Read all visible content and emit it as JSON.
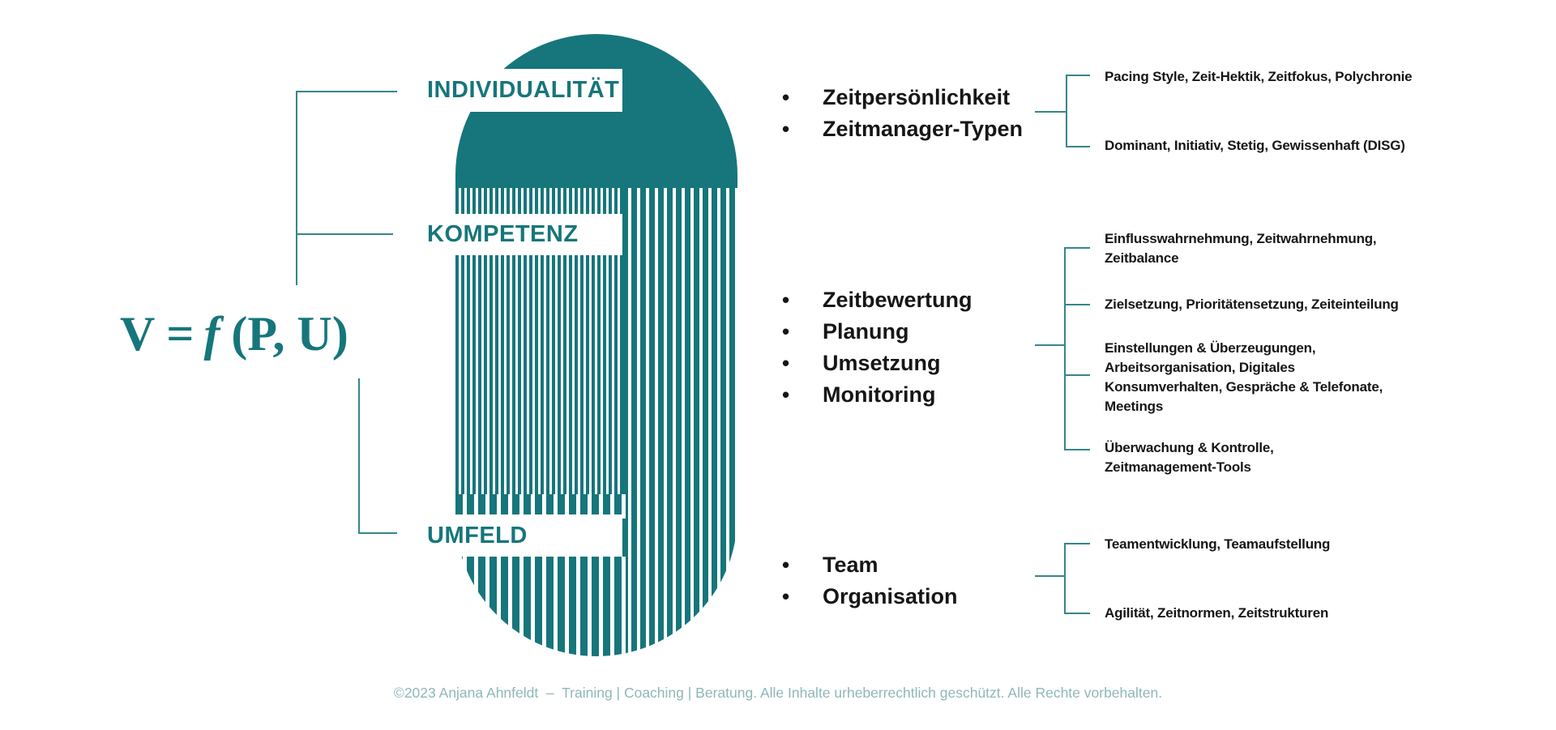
{
  "colors": {
    "teal": "#16767B",
    "bracket_line": "#35868A",
    "body_text": "#161616",
    "footer_text": "#8FB7B7",
    "background": "#FFFFFF"
  },
  "formula": {
    "lhs": "V =",
    "func": "f",
    "args": "(P, U)"
  },
  "ui": {
    "bullet_char": "•"
  },
  "sections": [
    {
      "label": "INDIVIDUALITÄT",
      "bullets": [
        "Zeitpersönlichkeit",
        "Zeitmanager-Typen"
      ],
      "details": [
        "Pacing Style, Zeit-Hektik, Zeitfokus, Polychronie",
        "Dominant, Initiativ, Stetig, Gewissenhaft (DISG)"
      ]
    },
    {
      "label": "KOMPETENZ",
      "bullets": [
        "Zeitbewertung",
        "Planung",
        "Umsetzung",
        "Monitoring"
      ],
      "details": [
        "Einflusswahrnehmung, Zeitwahrnehmung,\nZeitbalance",
        "Zielsetzung, Prioritätensetzung, Zeiteinteilung",
        "Einstellungen & Überzeugungen,\nArbeitsorganisation, Digitales\nKonsumverhalten, Gespräche & Telefonate,\nMeetings",
        "Überwachung & Kontrolle,\nZeitmanagement-Tools"
      ]
    },
    {
      "label": "UMFELD",
      "bullets": [
        "Team",
        "Organisation"
      ],
      "details": [
        "Teamentwicklung, Teamaufstellung",
        "Agilität, Zeitnormen, Zeitstrukturen"
      ]
    }
  ],
  "footer": "©2023 Anjana Ahnfeldt  –  Training | Coaching | Beratung. Alle Inhalte urheberrechtlich geschützt. Alle Rechte vorbehalten."
}
